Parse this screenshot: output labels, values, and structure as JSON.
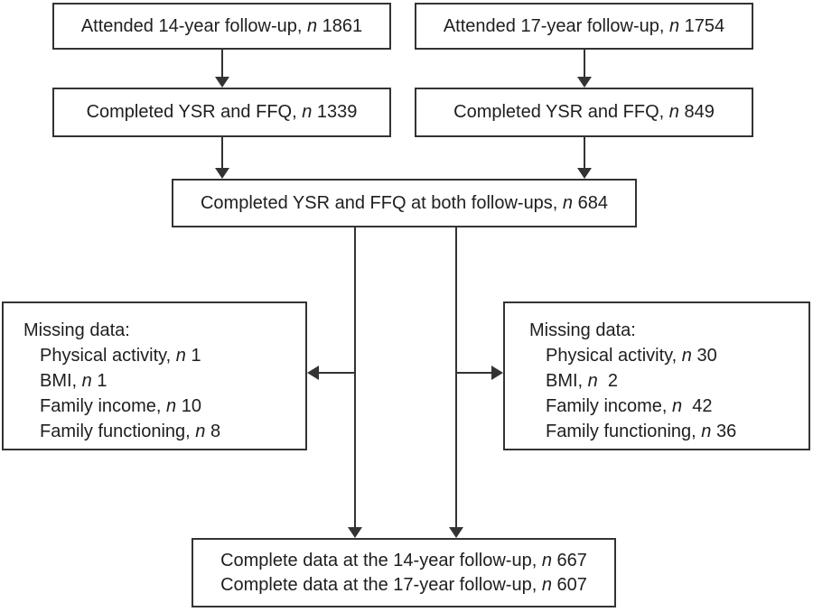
{
  "colors": {
    "background": "#ffffff",
    "line": "#333333",
    "text": "#1e1e1e"
  },
  "flow": {
    "attended14": {
      "text": "Attended 14-year follow-up,",
      "n": " n",
      "value": " 1861"
    },
    "attended17": {
      "text": "Attended 17-year follow-up,",
      "n": " n",
      "value": " 1754"
    },
    "completed14": {
      "text": "Completed YSR and FFQ,",
      "n": " n",
      "value": " 1339"
    },
    "completed17": {
      "text": "Completed YSR and FFQ,",
      "n": " n",
      "value": " 849"
    },
    "both": {
      "text": "Completed YSR and FFQ at both follow-ups,",
      "n": " n",
      "value": " 684"
    },
    "missing14": {
      "title": "Missing data:",
      "items": [
        {
          "text": "Physical activity,",
          "n": " n",
          "value": " 1"
        },
        {
          "text": "BMI,",
          "n": " n",
          "value": " 1"
        },
        {
          "text": "Family income,",
          "n": " n",
          "value": " 10"
        },
        {
          "text": "Family functioning,",
          "n": " n",
          "value": " 8"
        }
      ]
    },
    "missing17": {
      "title": "Missing data:",
      "items": [
        {
          "text": "Physical activity,",
          "n": " n",
          "value": " 30"
        },
        {
          "text": "BMI,",
          "n": " n",
          "value": "  2"
        },
        {
          "text": "Family income,",
          "n": " n",
          "value": "  42"
        },
        {
          "text": "Family functioning,",
          "n": " n",
          "value": " 36"
        }
      ]
    },
    "final": {
      "lines": [
        {
          "text": "Complete data at the 14-year follow-up,",
          "n": " n",
          "value": " 667"
        },
        {
          "text": "Complete data at the 17-year follow-up,",
          "n": " n",
          "value": " 607"
        }
      ]
    }
  }
}
